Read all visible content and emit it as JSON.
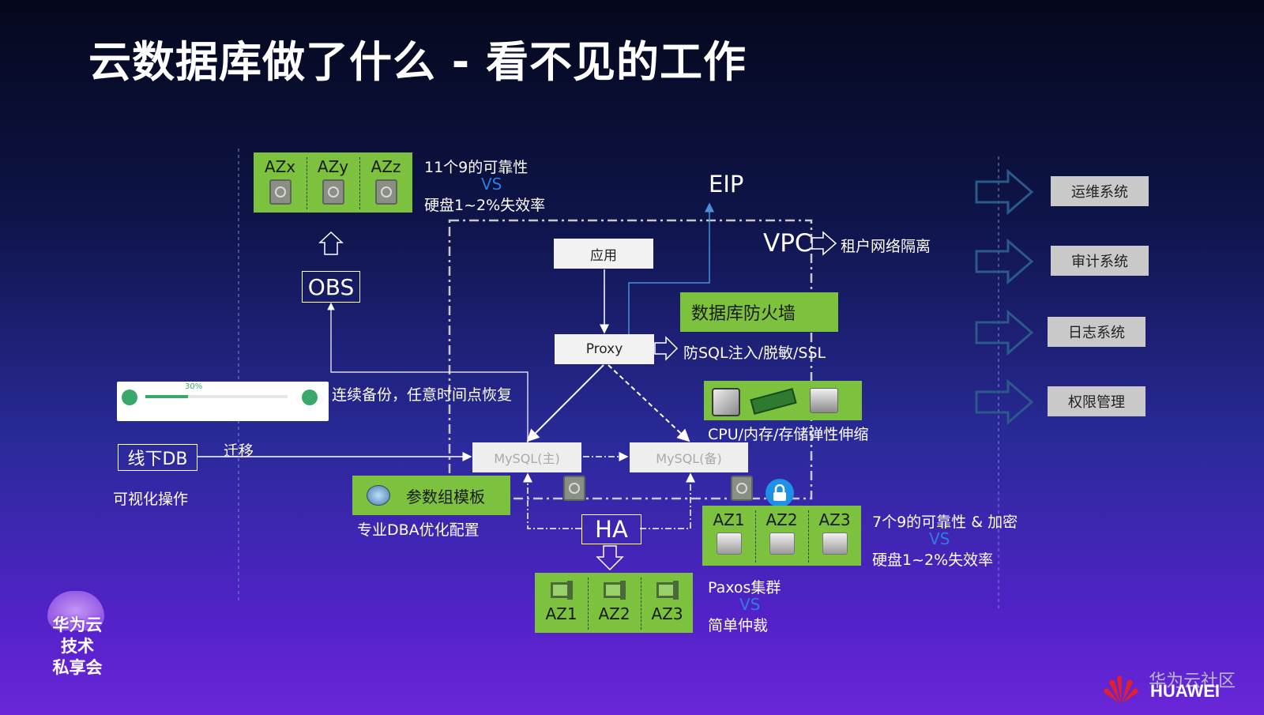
{
  "title": "云数据库做了什么 - 看不见的工作",
  "top_storage": {
    "az_labels": [
      "AZx",
      "AZy",
      "AZz"
    ],
    "reliability": "11个9的可靠性",
    "vs": "VS",
    "failure": "硬盘1~2%失效率"
  },
  "obs": "OBS",
  "eip": "EIP",
  "vpc": {
    "label": "VPC",
    "desc": "租户网络隔离"
  },
  "app_box": "应用",
  "proxy": {
    "label": "Proxy",
    "desc": "防SQL注入/脱敏/SSL"
  },
  "firewall": "数据库防火墙",
  "elastic": "CPU/内存/存储弹性伸缩",
  "backup": {
    "desc": "连续备份，任意时间点恢复",
    "progress_text": "30%",
    "progress": 0.3
  },
  "migration": {
    "offline_db": "线下DB",
    "arrow_label": "迁移",
    "visual": "可视化操作"
  },
  "mysql_master": "MySQL(主)",
  "mysql_standby": "MySQL(备)",
  "param_template": {
    "label": "参数组模板",
    "desc": "专业DBA优化配置"
  },
  "ha": "HA",
  "ha_cluster": {
    "az_labels": [
      "AZ1",
      "AZ2",
      "AZ3"
    ],
    "paxos": "Paxos集群",
    "vs": "VS",
    "arbitration": "简单仲裁"
  },
  "bottom_storage": {
    "az_labels": [
      "AZ1",
      "AZ2",
      "AZ3"
    ],
    "reliability": "7个9的可靠性 & 加密",
    "vs": "VS",
    "failure": "硬盘1~2%失效率"
  },
  "systems": [
    "运维系统",
    "审计系统",
    "日志系统",
    "权限管理"
  ],
  "brand": {
    "event": [
      "华为云",
      "技术",
      "私享会"
    ],
    "community": "华为云社区",
    "logo": "HUAWEI"
  },
  "colors": {
    "green": "#7cc23e",
    "vs_blue": "#2e7ce0",
    "arrow_blue": "#2a5a8a"
  }
}
